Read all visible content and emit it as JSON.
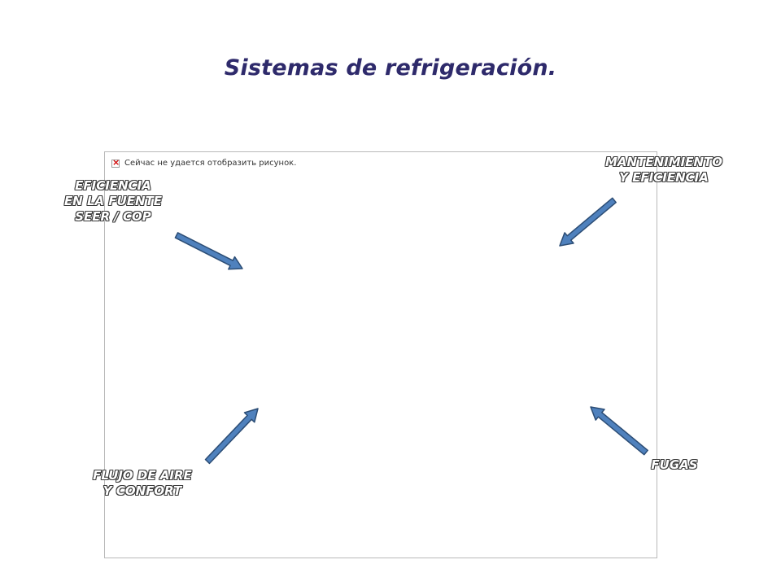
{
  "slide": {
    "title": "Sistemas de refrigeración.",
    "placeholder_image": {
      "message": "Сейчас не удается отобразить рисунок.",
      "icon": "broken-image-icon"
    },
    "labels": {
      "efficiency_source": {
        "line1": "EFICIENCIA",
        "line2": "EN LA FUENTE",
        "line3": "SEER / COP"
      },
      "maintenance": {
        "line1": "MANTENIMIENTO",
        "line2": "Y EFICIENCIA"
      },
      "airflow": {
        "line1": "FLUJO DE AIRE",
        "line2": "Y CONFORT"
      },
      "leaks": {
        "line1": "FUGAS"
      }
    },
    "colors": {
      "title": "#2e2a6b",
      "arrow_fill": "#4f81bd",
      "arrow_stroke": "#2c4d75"
    }
  }
}
